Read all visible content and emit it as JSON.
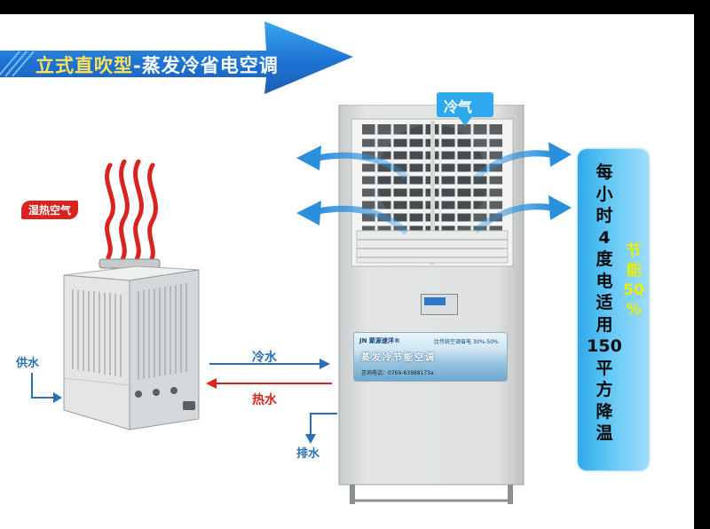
{
  "banner": {
    "title_highlight": "立式直吹型",
    "title_rest": "-蒸发冷省电空调"
  },
  "labels": {
    "cold_air": "冷气",
    "hot_humid_air": "湿热空气",
    "supply_water": "供水",
    "cold_water": "冷水",
    "hot_water": "热水",
    "drain_water": "排水"
  },
  "side_box": {
    "text_chars": [
      "每",
      "小",
      "时",
      "4",
      "度",
      "电",
      "适",
      "用",
      "150",
      "平",
      "方",
      "降",
      "温"
    ],
    "saving_chars": [
      "节",
      "能",
      "50",
      "%"
    ]
  },
  "sticker": {
    "brand": "JN 聚源速洋®",
    "slogan": "比传统空调省电 30%-50%",
    "main": "蒸发冷节能空调",
    "phone": "咨询电话：0769-83988173a"
  },
  "colors": {
    "banner_blue": "#2a7fd8",
    "side_box_blue": "#3fb3ee",
    "saving_yellow": "#e8f000",
    "hot_red": "#d8231f",
    "flow_blue": "#2a6fb3",
    "cooler_body": "#dfe2e1"
  }
}
